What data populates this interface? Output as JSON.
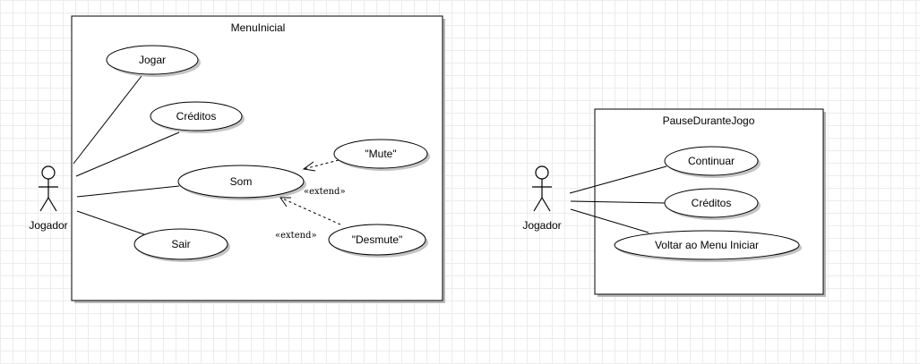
{
  "systems": [
    {
      "title": "MenuInicial",
      "actor": "Jogador",
      "use_cases": [
        "Jogar",
        "Créditos",
        "Som",
        "Sair",
        "\"Mute\"",
        "\"Desmute\""
      ],
      "relationships": [
        {
          "type": "extend",
          "label": "«extend»",
          "from": "\"Mute\"",
          "to": "Som"
        },
        {
          "type": "extend",
          "label": "«extend»",
          "from": "\"Desmute\"",
          "to": "Som"
        }
      ]
    },
    {
      "title": "PauseDuranteJogo",
      "actor": "Jogador",
      "use_cases": [
        "Continuar",
        "Créditos",
        "Voltar ao Menu Iniciar"
      ]
    }
  ]
}
